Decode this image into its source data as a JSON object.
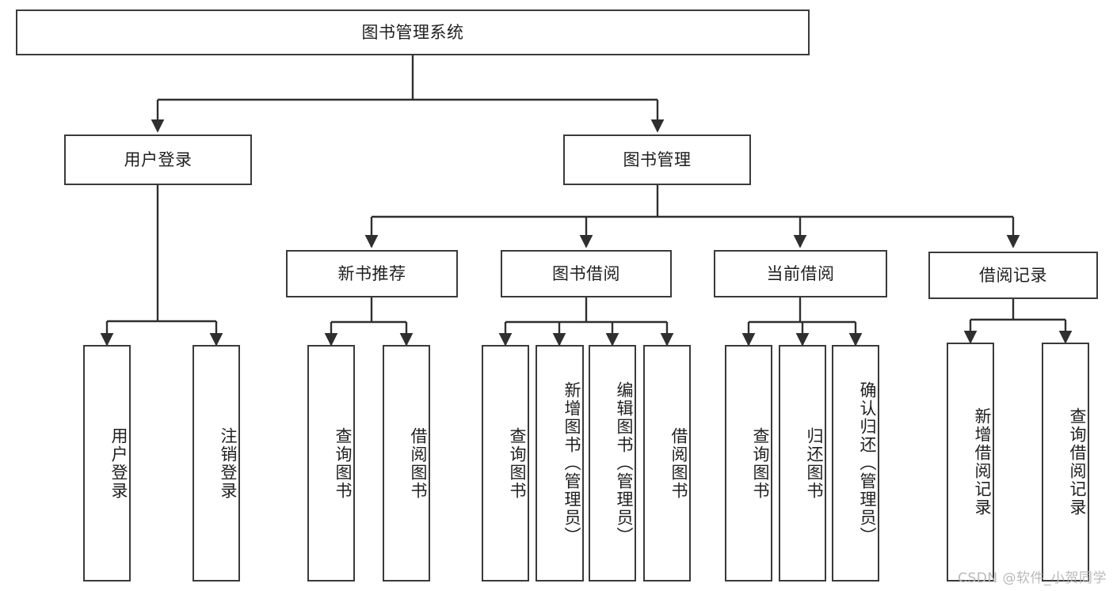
{
  "diagram": {
    "type": "tree-hierarchy",
    "title": "图书管理系统",
    "watermark": "CSDN @软件_小贺同学",
    "colors": {
      "stroke": "#3a3a3a",
      "box_fill": "#ffffff",
      "text": "#1f1f1f",
      "background": "#ffffff",
      "watermark": "#b9b9b9"
    },
    "root": {
      "label": "图书管理系统"
    },
    "level2": [
      {
        "label": "用户登录"
      },
      {
        "label": "图书管理"
      }
    ],
    "level3": [
      {
        "label": "新书推荐"
      },
      {
        "label": "图书借阅"
      },
      {
        "label": "当前借阅"
      },
      {
        "label": "借阅记录"
      }
    ],
    "leaves": {
      "user_login": [
        {
          "label": "用户登录"
        },
        {
          "label": "注销登录"
        }
      ],
      "new_book": [
        {
          "label": "查询图书"
        },
        {
          "label": "借阅图书"
        }
      ],
      "book_borrow": [
        {
          "label": "查询图书"
        },
        {
          "label": "新增图书（管理员）"
        },
        {
          "label": "编辑图书（管理员）"
        },
        {
          "label": "借阅图书"
        }
      ],
      "current_borrow": [
        {
          "label": "查询图书"
        },
        {
          "label": "归还图书"
        },
        {
          "label": "确认归还（管理员）"
        }
      ],
      "borrow_record": [
        {
          "label": "新增借阅记录"
        },
        {
          "label": "查询借阅记录"
        }
      ]
    }
  }
}
